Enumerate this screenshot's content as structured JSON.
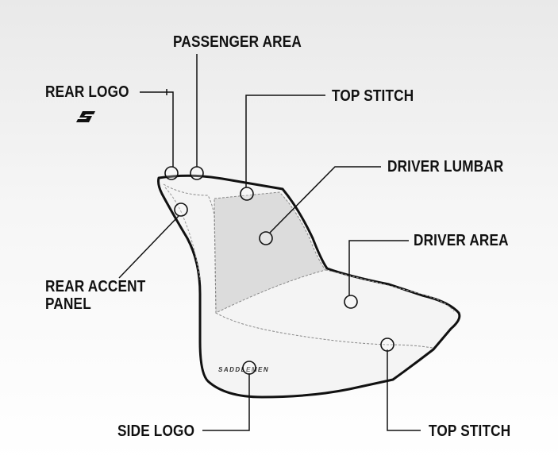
{
  "labels": {
    "passenger_area": "PASSENGER AREA",
    "rear_logo": "REAR LOGO",
    "top_stitch_upper": "TOP STITCH",
    "driver_lumbar": "DRIVER LUMBAR",
    "driver_area": "DRIVER AREA",
    "rear_accent_panel": "REAR ACCENT PANEL",
    "side_logo": "SIDE LOGO",
    "top_stitch_lower": "TOP STITCH"
  },
  "seat": {
    "brand_text": "SADDLEMEN",
    "rear_logo_glyph": "S",
    "outline_color": "#111111",
    "lumbar_fill": "#dcdcdc",
    "seat_fill": "#f4f4f4"
  }
}
